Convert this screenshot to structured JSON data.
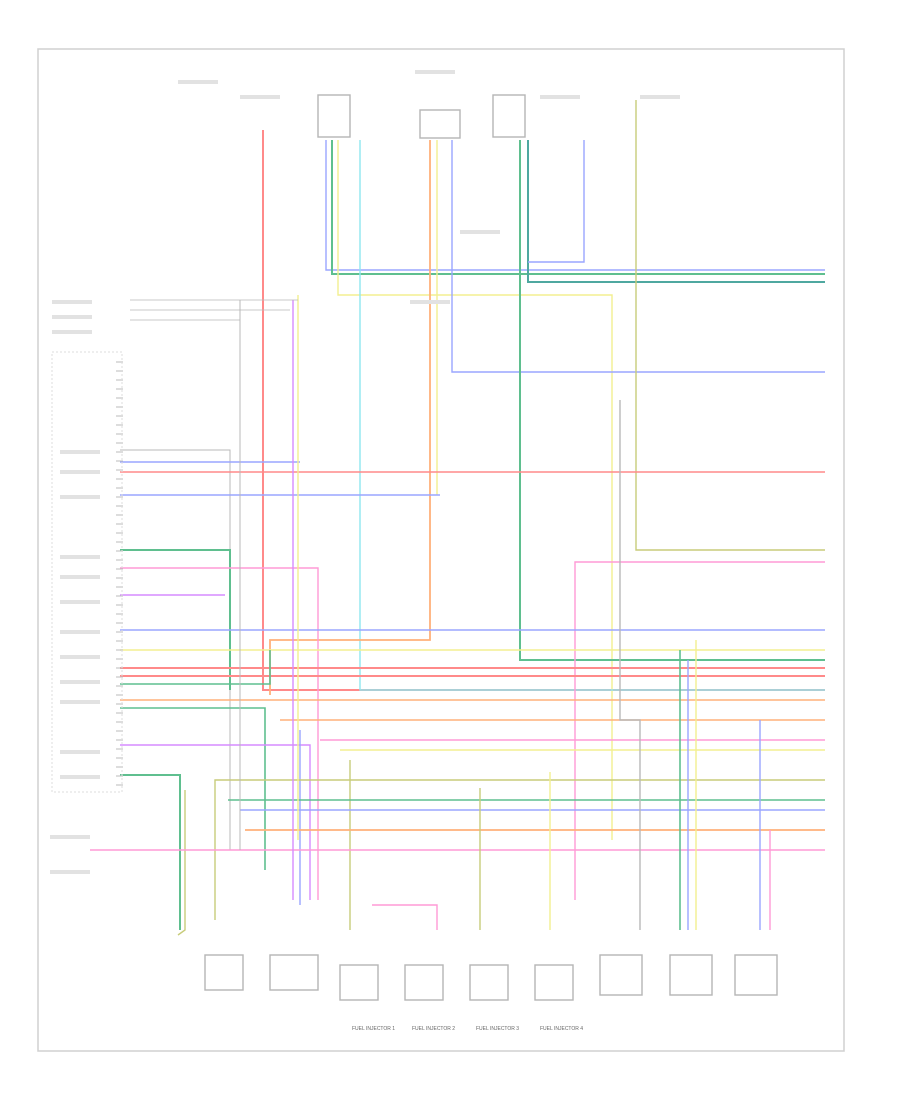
{
  "diagram": {
    "title": "Engine Performance Wiring Diagram",
    "components_bottom": [
      {
        "label": "FUEL INJECTOR 1"
      },
      {
        "label": "FUEL INJECTOR 2"
      },
      {
        "label": "FUEL INJECTOR 3"
      },
      {
        "label": "FUEL INJECTOR 4"
      }
    ]
  },
  "colors": {
    "red": "#ff8a8a",
    "pink": "#ff9ad6",
    "blue": "#9aa6ff",
    "yellow": "#f3ef90",
    "green": "#5fbf8f",
    "teal": "#4fa8a0",
    "cyan": "#8fe6ef",
    "orange": "#ffb07a",
    "violet": "#d58cff",
    "olive": "#c8cc7a",
    "gray": "#b8b8b8",
    "frame": "#cfcfcf"
  }
}
